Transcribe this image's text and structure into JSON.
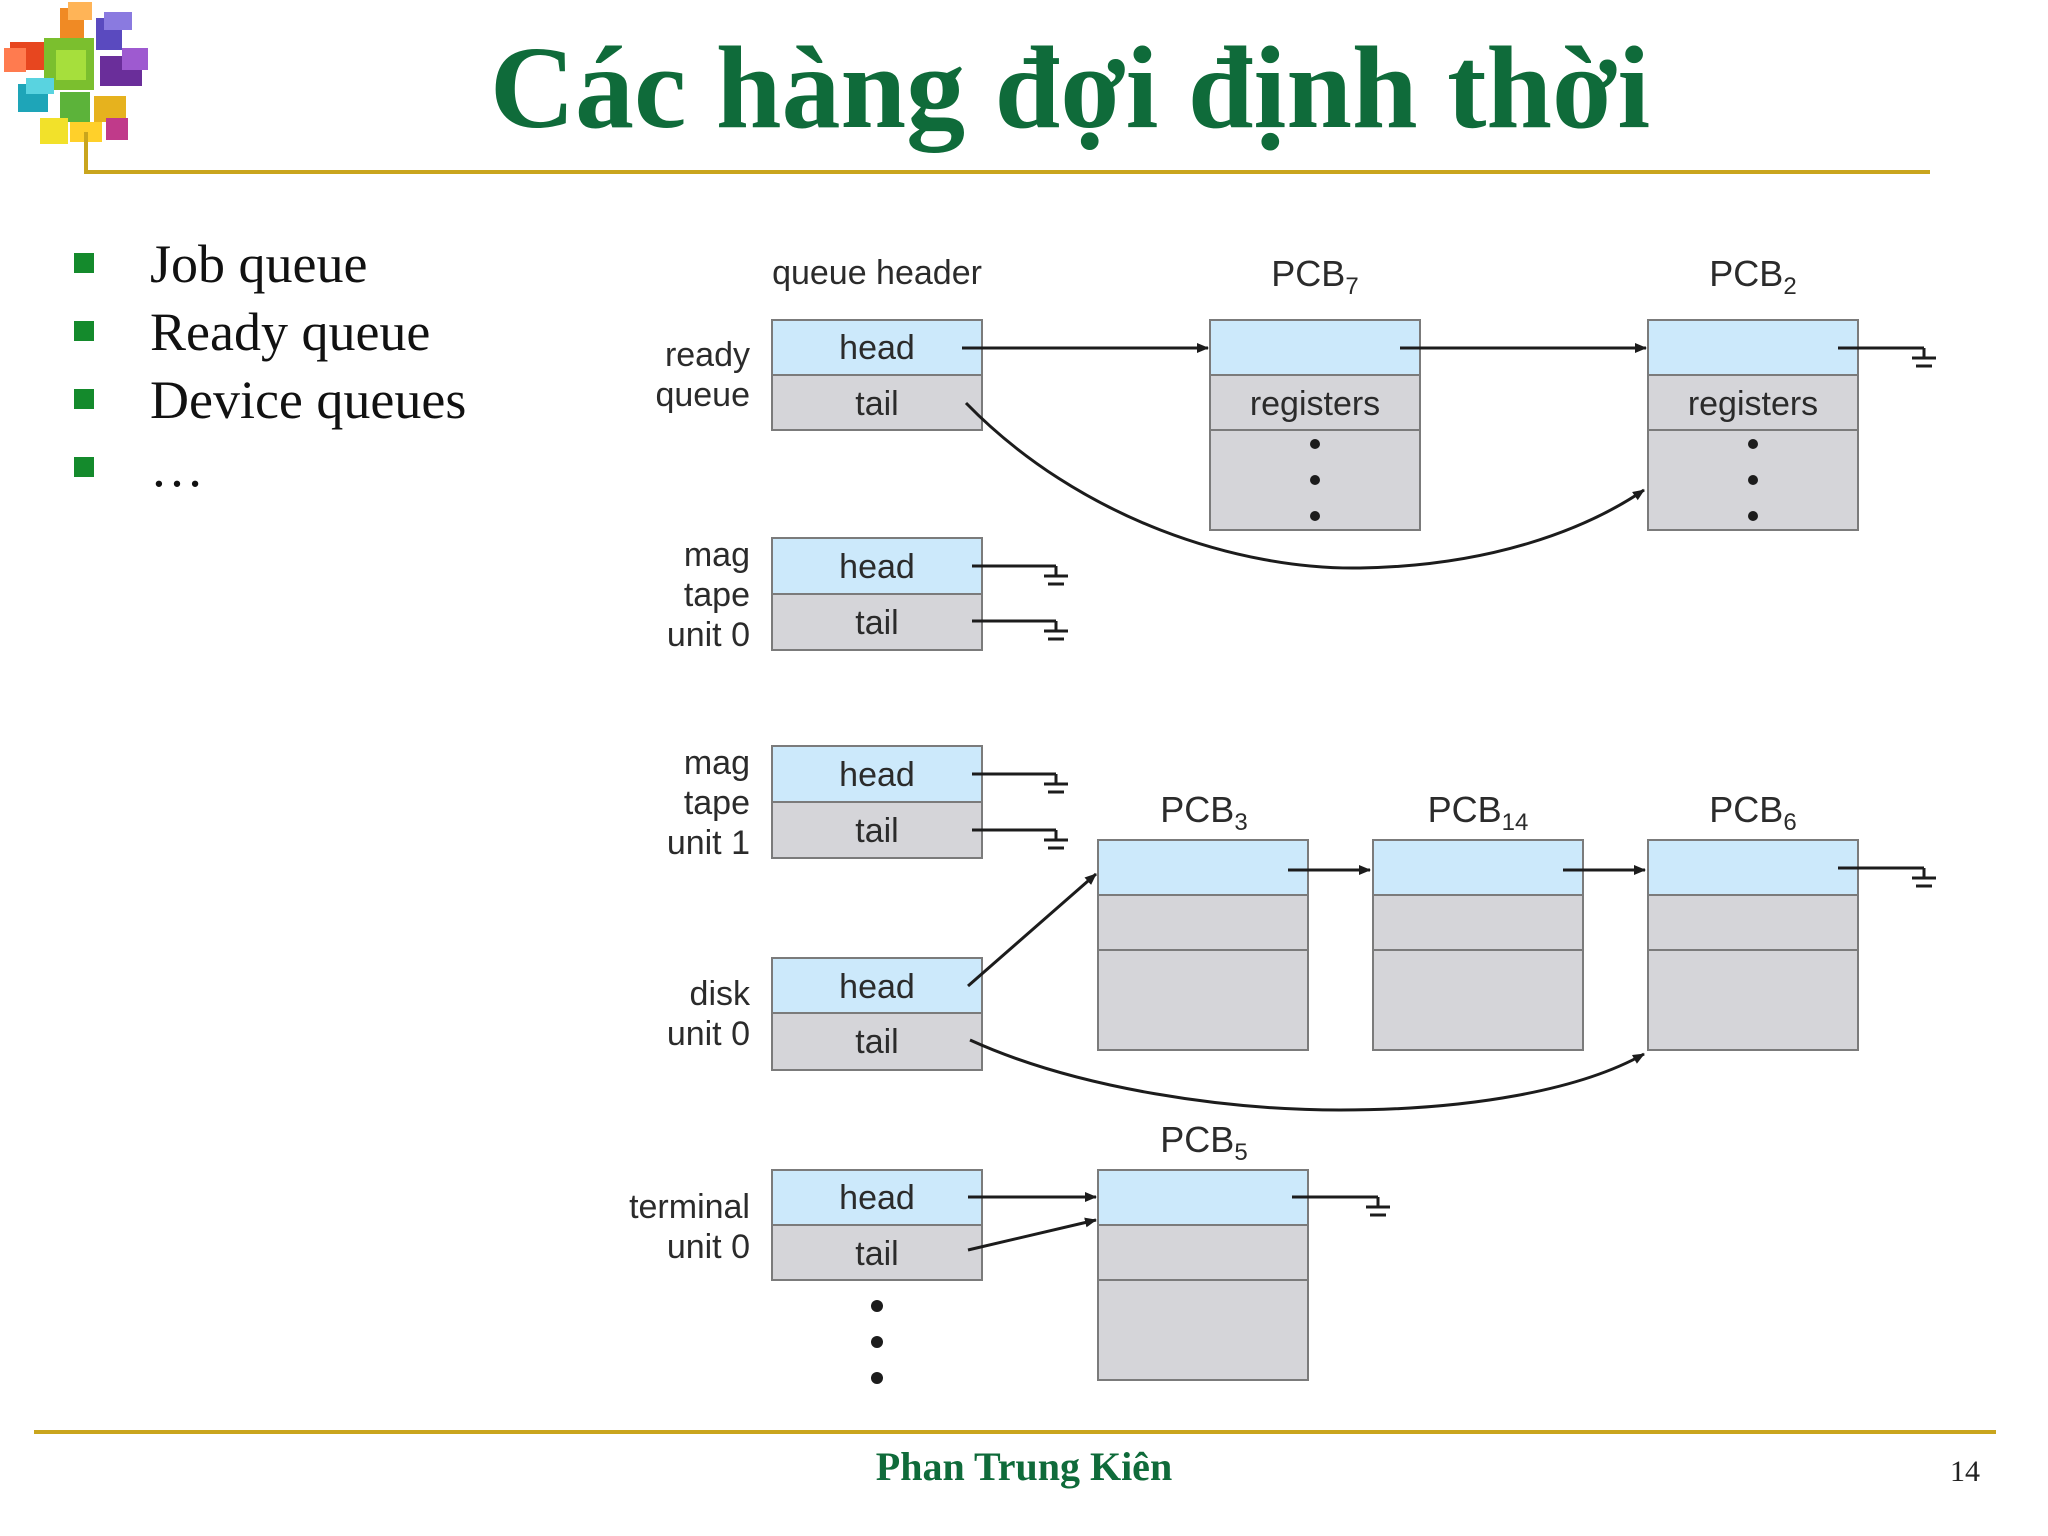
{
  "slide": {
    "title": "Các hàng đợi định thời",
    "author": "Phan Trung Kiên",
    "page_number": "14",
    "bullets": [
      "Job queue",
      "Ready queue",
      "Device queues",
      "…"
    ],
    "colors": {
      "title": "#0f6b3a",
      "rule": "#c9a51d",
      "bullet": "#148a2c",
      "cell_blue": "#cce9fb",
      "cell_gray": "#d5d5d9"
    }
  },
  "diagram": {
    "queue_header_label": "queue header",
    "queues": [
      {
        "label_lines": [
          "ready",
          "queue"
        ],
        "head": "head",
        "tail": "tail"
      },
      {
        "label_lines": [
          "mag",
          "tape",
          "unit 0"
        ],
        "head": "head",
        "tail": "tail"
      },
      {
        "label_lines": [
          "mag",
          "tape",
          "unit 1"
        ],
        "head": "head",
        "tail": "tail"
      },
      {
        "label_lines": [
          "disk",
          "unit 0"
        ],
        "head": "head",
        "tail": "tail"
      },
      {
        "label_lines": [
          "terminal",
          "unit 0"
        ],
        "head": "head",
        "tail": "tail"
      }
    ],
    "pcbs": [
      {
        "base": "PCB",
        "sub": "7",
        "body": "registers"
      },
      {
        "base": "PCB",
        "sub": "2",
        "body": "registers"
      },
      {
        "base": "PCB",
        "sub": "3"
      },
      {
        "base": "PCB",
        "sub": "14"
      },
      {
        "base": "PCB",
        "sub": "6"
      },
      {
        "base": "PCB",
        "sub": "5"
      }
    ]
  }
}
